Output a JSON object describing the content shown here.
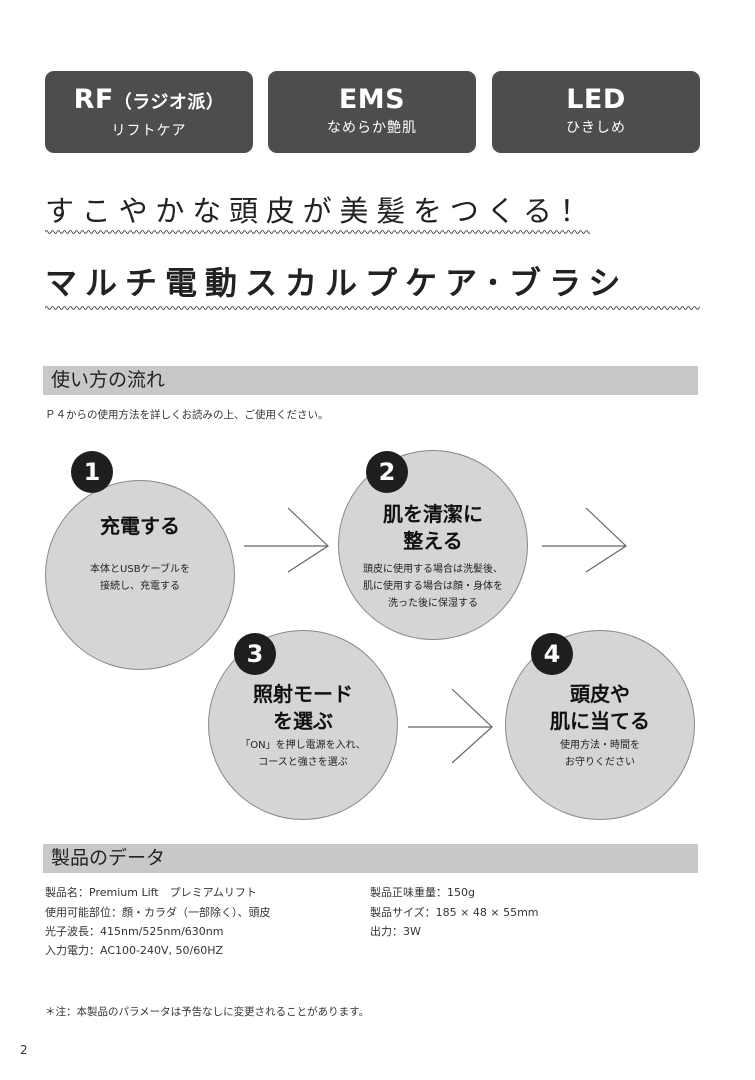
{
  "features": [
    {
      "title": "RF",
      "paren": "（ラジオ派）",
      "sub": "リフトケア"
    },
    {
      "title": "EMS",
      "paren": "",
      "sub": "なめらか艶肌"
    },
    {
      "title": "LED",
      "paren": "",
      "sub": "ひきしめ"
    }
  ],
  "headline": {
    "line1": "すこやかな頭皮が美髪をつくる！",
    "line2": "マルチ電動スカルプケア･ブラシ"
  },
  "usage": {
    "section_title": "使い方の流れ",
    "intro": "Ｐ４からの使用方法を詳しくお読みの上、ご使用ください。",
    "steps": [
      {
        "number": "1",
        "title": "充電する",
        "desc": "本体とUSBケーブルを\n接続し、充電する"
      },
      {
        "number": "2",
        "title": "肌を清潔に\n整える",
        "desc": "頭皮に使用する場合は洗髪後、\n肌に使用する場合は顔・身体を\n洗った後に保湿する"
      },
      {
        "number": "3",
        "title": "照射モード\nを選ぶ",
        "desc": "「ON」を押し電源を入れ、\nコースと強さを選ぶ"
      },
      {
        "number": "4",
        "title": "頭皮や\n肌に当てる",
        "desc": "使用方法・時間を\nお守りください"
      }
    ]
  },
  "product": {
    "section_title": "製品のデータ",
    "left_specs": [
      "製品名：Premium Lift　プレミアムリフト",
      "使用可能部位：顔・カラダ（一部除く）、頭皮",
      "光子波長：415nm/525nm/630nm",
      "入力電力：AC100-240V, 50/60HZ"
    ],
    "right_specs": [
      "製品正味重量：150g",
      "製品サイズ：185 × 48 × 55mm",
      "出力：3W"
    ]
  },
  "footnote": "＊注：本製品のパラメータは予告なしに変更されることがあります。",
  "page_number": "2"
}
